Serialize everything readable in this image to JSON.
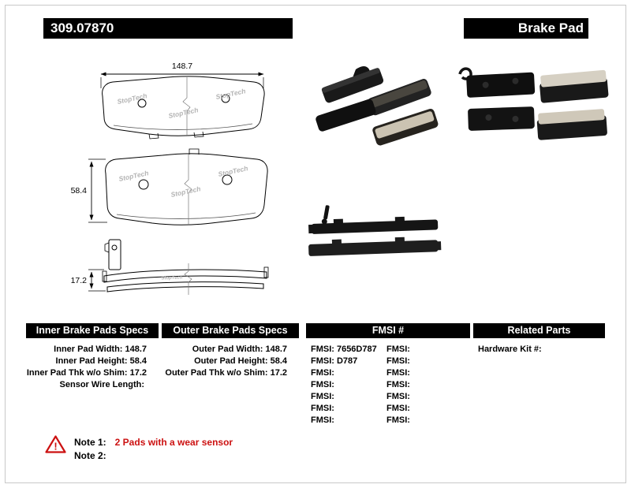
{
  "header": {
    "part_number": "309.07870",
    "product_name": "Brake Pad"
  },
  "diagram": {
    "width_label": "148.7",
    "height_label": "58.4",
    "thickness_label": "17.2",
    "watermark": "StopTech"
  },
  "tables": {
    "inner": {
      "title": "Inner Brake Pads Specs",
      "rows": [
        {
          "label": "Inner Pad Width:",
          "value": "148.7"
        },
        {
          "label": "Inner Pad Height:",
          "value": "58.4"
        },
        {
          "label": "Inner Pad Thk w/o Shim:",
          "value": "17.2"
        },
        {
          "label": "Sensor Wire Length:",
          "value": ""
        }
      ]
    },
    "outer": {
      "title": "Outer Brake Pads Specs",
      "rows": [
        {
          "label": "Outer Pad Width:",
          "value": "148.7"
        },
        {
          "label": "Outer Pad Height:",
          "value": "58.4"
        },
        {
          "label": "Outer Pad Thk w/o Shim:",
          "value": "17.2"
        }
      ]
    },
    "fmsi": {
      "title": "FMSI #",
      "left_rows": [
        {
          "label": "FMSI:",
          "value": "7656D787"
        },
        {
          "label": "FMSI:",
          "value": "D787"
        },
        {
          "label": "FMSI:",
          "value": ""
        },
        {
          "label": "FMSI:",
          "value": ""
        },
        {
          "label": "FMSI:",
          "value": ""
        },
        {
          "label": "FMSI:",
          "value": ""
        },
        {
          "label": "FMSI:",
          "value": ""
        }
      ],
      "right_rows": [
        {
          "label": "FMSI:",
          "value": ""
        },
        {
          "label": "FMSI:",
          "value": ""
        },
        {
          "label": "FMSI:",
          "value": ""
        },
        {
          "label": "FMSI:",
          "value": ""
        },
        {
          "label": "FMSI:",
          "value": ""
        },
        {
          "label": "FMSI:",
          "value": ""
        },
        {
          "label": "FMSI:",
          "value": ""
        }
      ]
    },
    "related": {
      "title": "Related Parts",
      "rows": [
        {
          "label": "Hardware Kit #:",
          "value": ""
        }
      ]
    }
  },
  "notes": {
    "note1_label": "Note 1:",
    "note1_text": "2 Pads with a wear sensor",
    "note2_label": "Note 2:",
    "note2_text": ""
  },
  "colors": {
    "header_bar": "#000000",
    "note_text": "#cc1111"
  }
}
